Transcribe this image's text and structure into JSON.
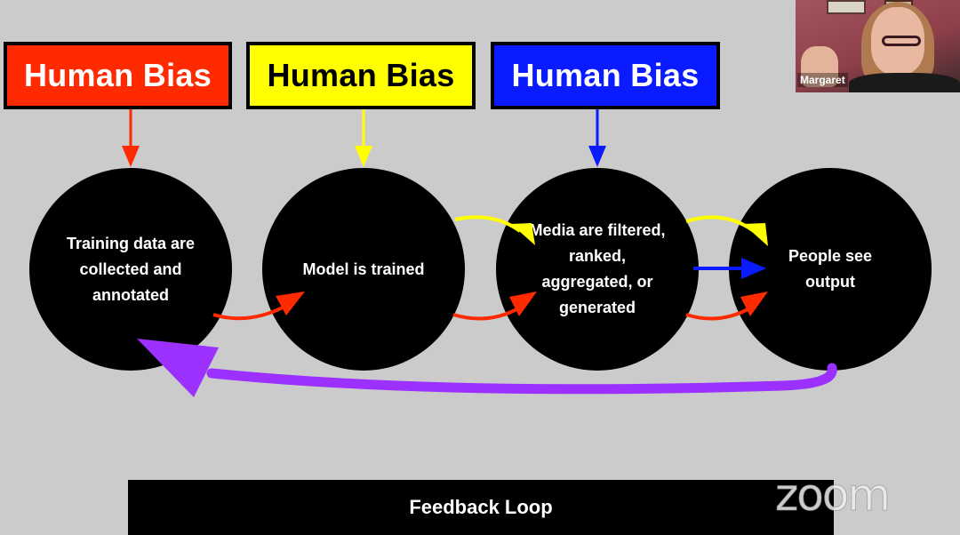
{
  "slide": {
    "bias_boxes": [
      {
        "label": "Human Bias",
        "color": "#ff2a00",
        "text_color": "#ffffff"
      },
      {
        "label": "Human Bias",
        "color": "#ffff00",
        "text_color": "#000000"
      },
      {
        "label": "Human Bias",
        "color": "#0a1cff",
        "text_color": "#ffffff"
      }
    ],
    "nodes": [
      {
        "label": "Training data are collected and annotated"
      },
      {
        "label": "Model is trained"
      },
      {
        "label": "Media are filtered, ranked, aggregated, or generated"
      },
      {
        "label": "People see output"
      }
    ],
    "arrow_colors": {
      "red": "#ff2a00",
      "yellow": "#ffff00",
      "blue": "#0a1cff",
      "purple": "#9b30ff"
    },
    "feedback_label": "Feedback Loop"
  },
  "video": {
    "participant_name": "Margaret"
  },
  "watermark": "zoom"
}
